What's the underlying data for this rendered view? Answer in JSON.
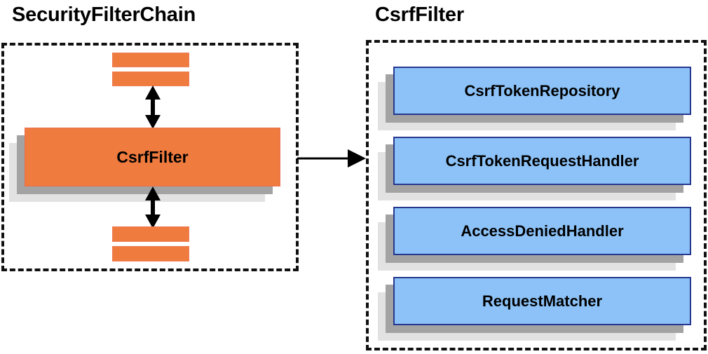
{
  "diagram": {
    "type": "component-relationship-diagram",
    "background": "#ffffff",
    "colors": {
      "orange_fill": "#f07b3f",
      "orange_border": "#e8714f",
      "blue_fill": "#8cc2f7",
      "blue_border": "#26378f",
      "shadow_dark": "#a3a3a3",
      "shadow_light": "#e2e2e2",
      "dashed_border": "#111111",
      "text": "#000000"
    }
  },
  "left_panel": {
    "title": "SecurityFilterChain",
    "filters_above": [
      {
        "label": ""
      },
      {
        "label": ""
      }
    ],
    "highlighted_filter": {
      "label": "CsrfFilter"
    },
    "filters_below": [
      {
        "label": ""
      },
      {
        "label": ""
      }
    ]
  },
  "right_panel": {
    "title": "CsrfFilter",
    "collaborators": [
      {
        "label": "CsrfTokenRepository"
      },
      {
        "label": "CsrfTokenRequestHandler"
      },
      {
        "label": "AccessDeniedHandler"
      },
      {
        "label": "RequestMatcher"
      }
    ]
  },
  "connectors": {
    "chain_up": {
      "name": "double-headed-vertical-arrow",
      "direction": "both"
    },
    "chain_down": {
      "name": "double-headed-vertical-arrow",
      "direction": "both"
    },
    "expand": {
      "name": "horizontal-arrow",
      "direction": "right"
    }
  }
}
